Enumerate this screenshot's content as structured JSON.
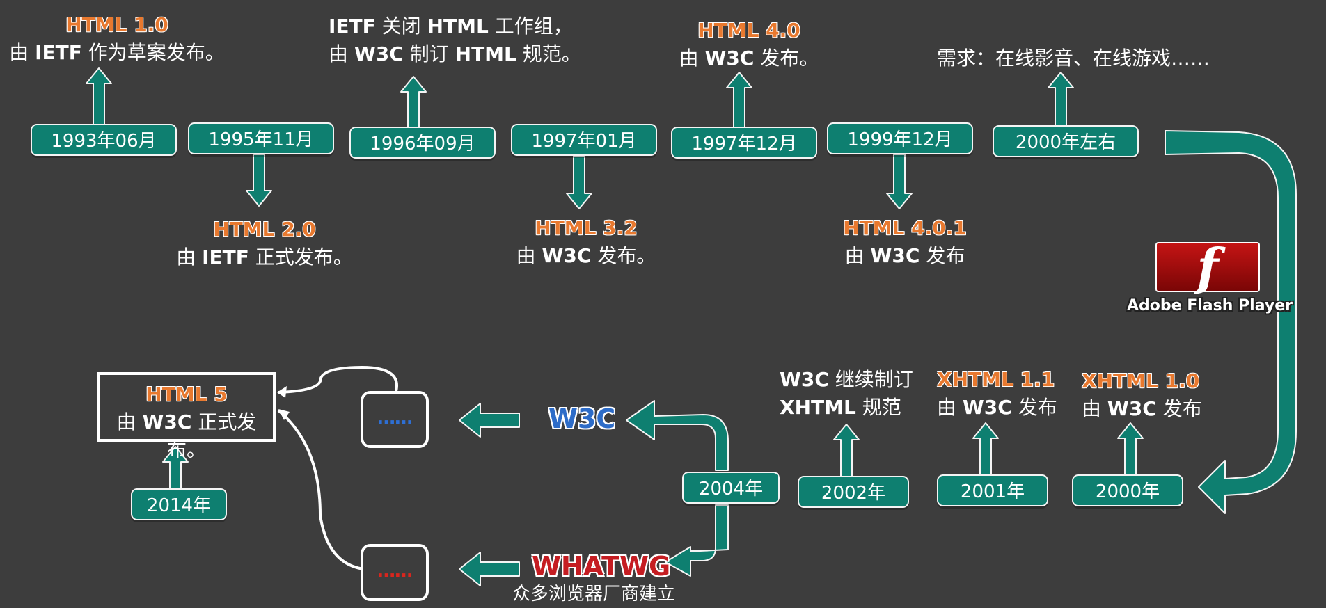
{
  "timeline_top": [
    {
      "date": "1993年06月",
      "event_title": "HTML 1.0",
      "event_pre": "由 ",
      "event_bold": "IETF",
      "event_post": " 作为草案发布。"
    },
    {
      "date": "1995年11月",
      "event_title": "HTML 2.0",
      "event_pre": "由 ",
      "event_bold": "IETF",
      "event_post": " 正式发布。"
    },
    {
      "date": "1996年09月",
      "line1_bold": "IETF",
      "line1_mid": " 关闭 ",
      "line1_bold2": "HTML",
      "line1_post": " 工作组，",
      "line2_pre": "由 ",
      "line2_bold": "W3C",
      "line2_mid": " 制订 ",
      "line2_bold2": "HTML",
      "line2_post": " 规范。"
    },
    {
      "date": "1997年01月",
      "event_title": "HTML 3.2",
      "event_pre": "由 ",
      "event_bold": "W3C",
      "event_post": " 发布。"
    },
    {
      "date": "1997年12月",
      "event_title": "HTML 4.0",
      "event_pre": "由 ",
      "event_bold": "W3C",
      "event_post": " 发布。"
    },
    {
      "date": "1999年12月",
      "event_title": "HTML 4.0.1",
      "event_pre": "由 ",
      "event_bold": "W3C",
      "event_post": " 发布"
    },
    {
      "date": "2000年左右",
      "note": "需求：在线影音、在线游戏……"
    }
  ],
  "flash": {
    "label": "Adobe Flash Player",
    "glyph": "f"
  },
  "timeline_bottom": [
    {
      "date": "2000年",
      "event_title": "XHTML 1.0",
      "event_pre": "由 ",
      "event_bold": "W3C",
      "event_post": " 发布"
    },
    {
      "date": "2001年",
      "event_title": "XHTML 1.1",
      "event_pre": "由 ",
      "event_bold": "W3C",
      "event_post": " 发布"
    },
    {
      "date": "2002年",
      "line1_bold": "W3C",
      "line1_post": " 继续制订",
      "line2_bold": "XHTML",
      "line2_post": " 规范"
    },
    {
      "date": "2004年"
    }
  ],
  "branches": {
    "w3c_label": "W3C",
    "whatwg_label": "WHATWG",
    "whatwg_caption": "众多浏览器厂商建立",
    "dots": "……"
  },
  "html5": {
    "date": "2014年",
    "event_title": "HTML 5",
    "event_pre": "由 ",
    "event_bold": "W3C",
    "event_post": " 正式发布。"
  },
  "colors": {
    "background": "#3d3d3d",
    "badge": "#0e7f70",
    "title_orange": "#e8792f",
    "w3c_blue": "#2d6cc8",
    "whatwg_red": "#c51d22"
  }
}
